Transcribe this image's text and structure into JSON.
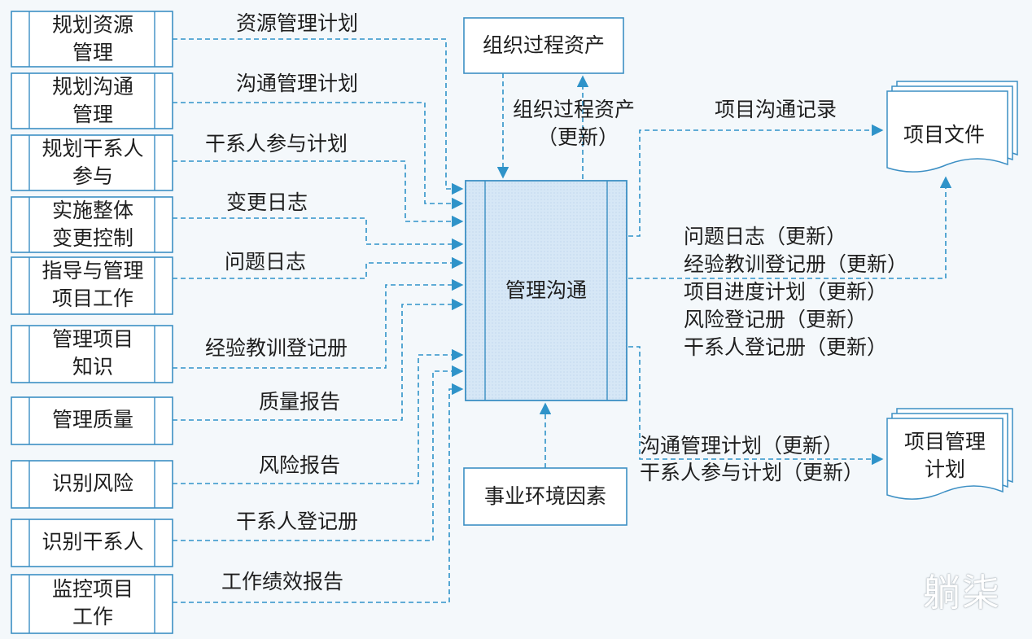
{
  "inputs": [
    {
      "process": [
        "规划资源",
        "管理"
      ],
      "artifact": "资源管理计划"
    },
    {
      "process": [
        "规划沟通",
        "管理"
      ],
      "artifact": "沟通管理计划"
    },
    {
      "process": [
        "规划干系人",
        "参与"
      ],
      "artifact": "干系人参与计划"
    },
    {
      "process": [
        "实施整体",
        "变更控制"
      ],
      "artifact": "变更日志"
    },
    {
      "process": [
        "指导与管理",
        "项目工作"
      ],
      "artifact": "问题日志"
    },
    {
      "process": [
        "管理项目",
        "知识"
      ],
      "artifact": "经验教训登记册"
    },
    {
      "process": [
        "管理质量"
      ],
      "artifact": "质量报告"
    },
    {
      "process": [
        "识别风险"
      ],
      "artifact": "风险报告"
    },
    {
      "process": [
        "识别干系人"
      ],
      "artifact": "干系人登记册"
    },
    {
      "process": [
        "监控项目",
        "工作"
      ],
      "artifact": "工作绩效报告"
    }
  ],
  "center": {
    "process": "管理沟通",
    "top_box": "组织过程资产",
    "top_update_line1": "组织过程资产",
    "top_update_line2": "（更新）",
    "bottom_box": "事业环境因素"
  },
  "outputs": {
    "comm_record": "项目沟通记录",
    "project_docs": "项目文件",
    "doc_updates": [
      "问题日志（更新）",
      "经验教训登记册（更新）",
      "项目进度计划（更新）",
      "风险登记册（更新）",
      "干系人登记册（更新）"
    ],
    "plan_updates": [
      "沟通管理计划（更新）",
      "干系人参与计划（更新）"
    ],
    "project_plan": [
      "项目管理",
      "计划"
    ]
  },
  "watermark": "躺柒",
  "colors": {
    "line": "#2f93c9",
    "box_border": "#3c8fc4",
    "center_fill": "#d6e7f6",
    "box_fill": "#ffffff"
  }
}
